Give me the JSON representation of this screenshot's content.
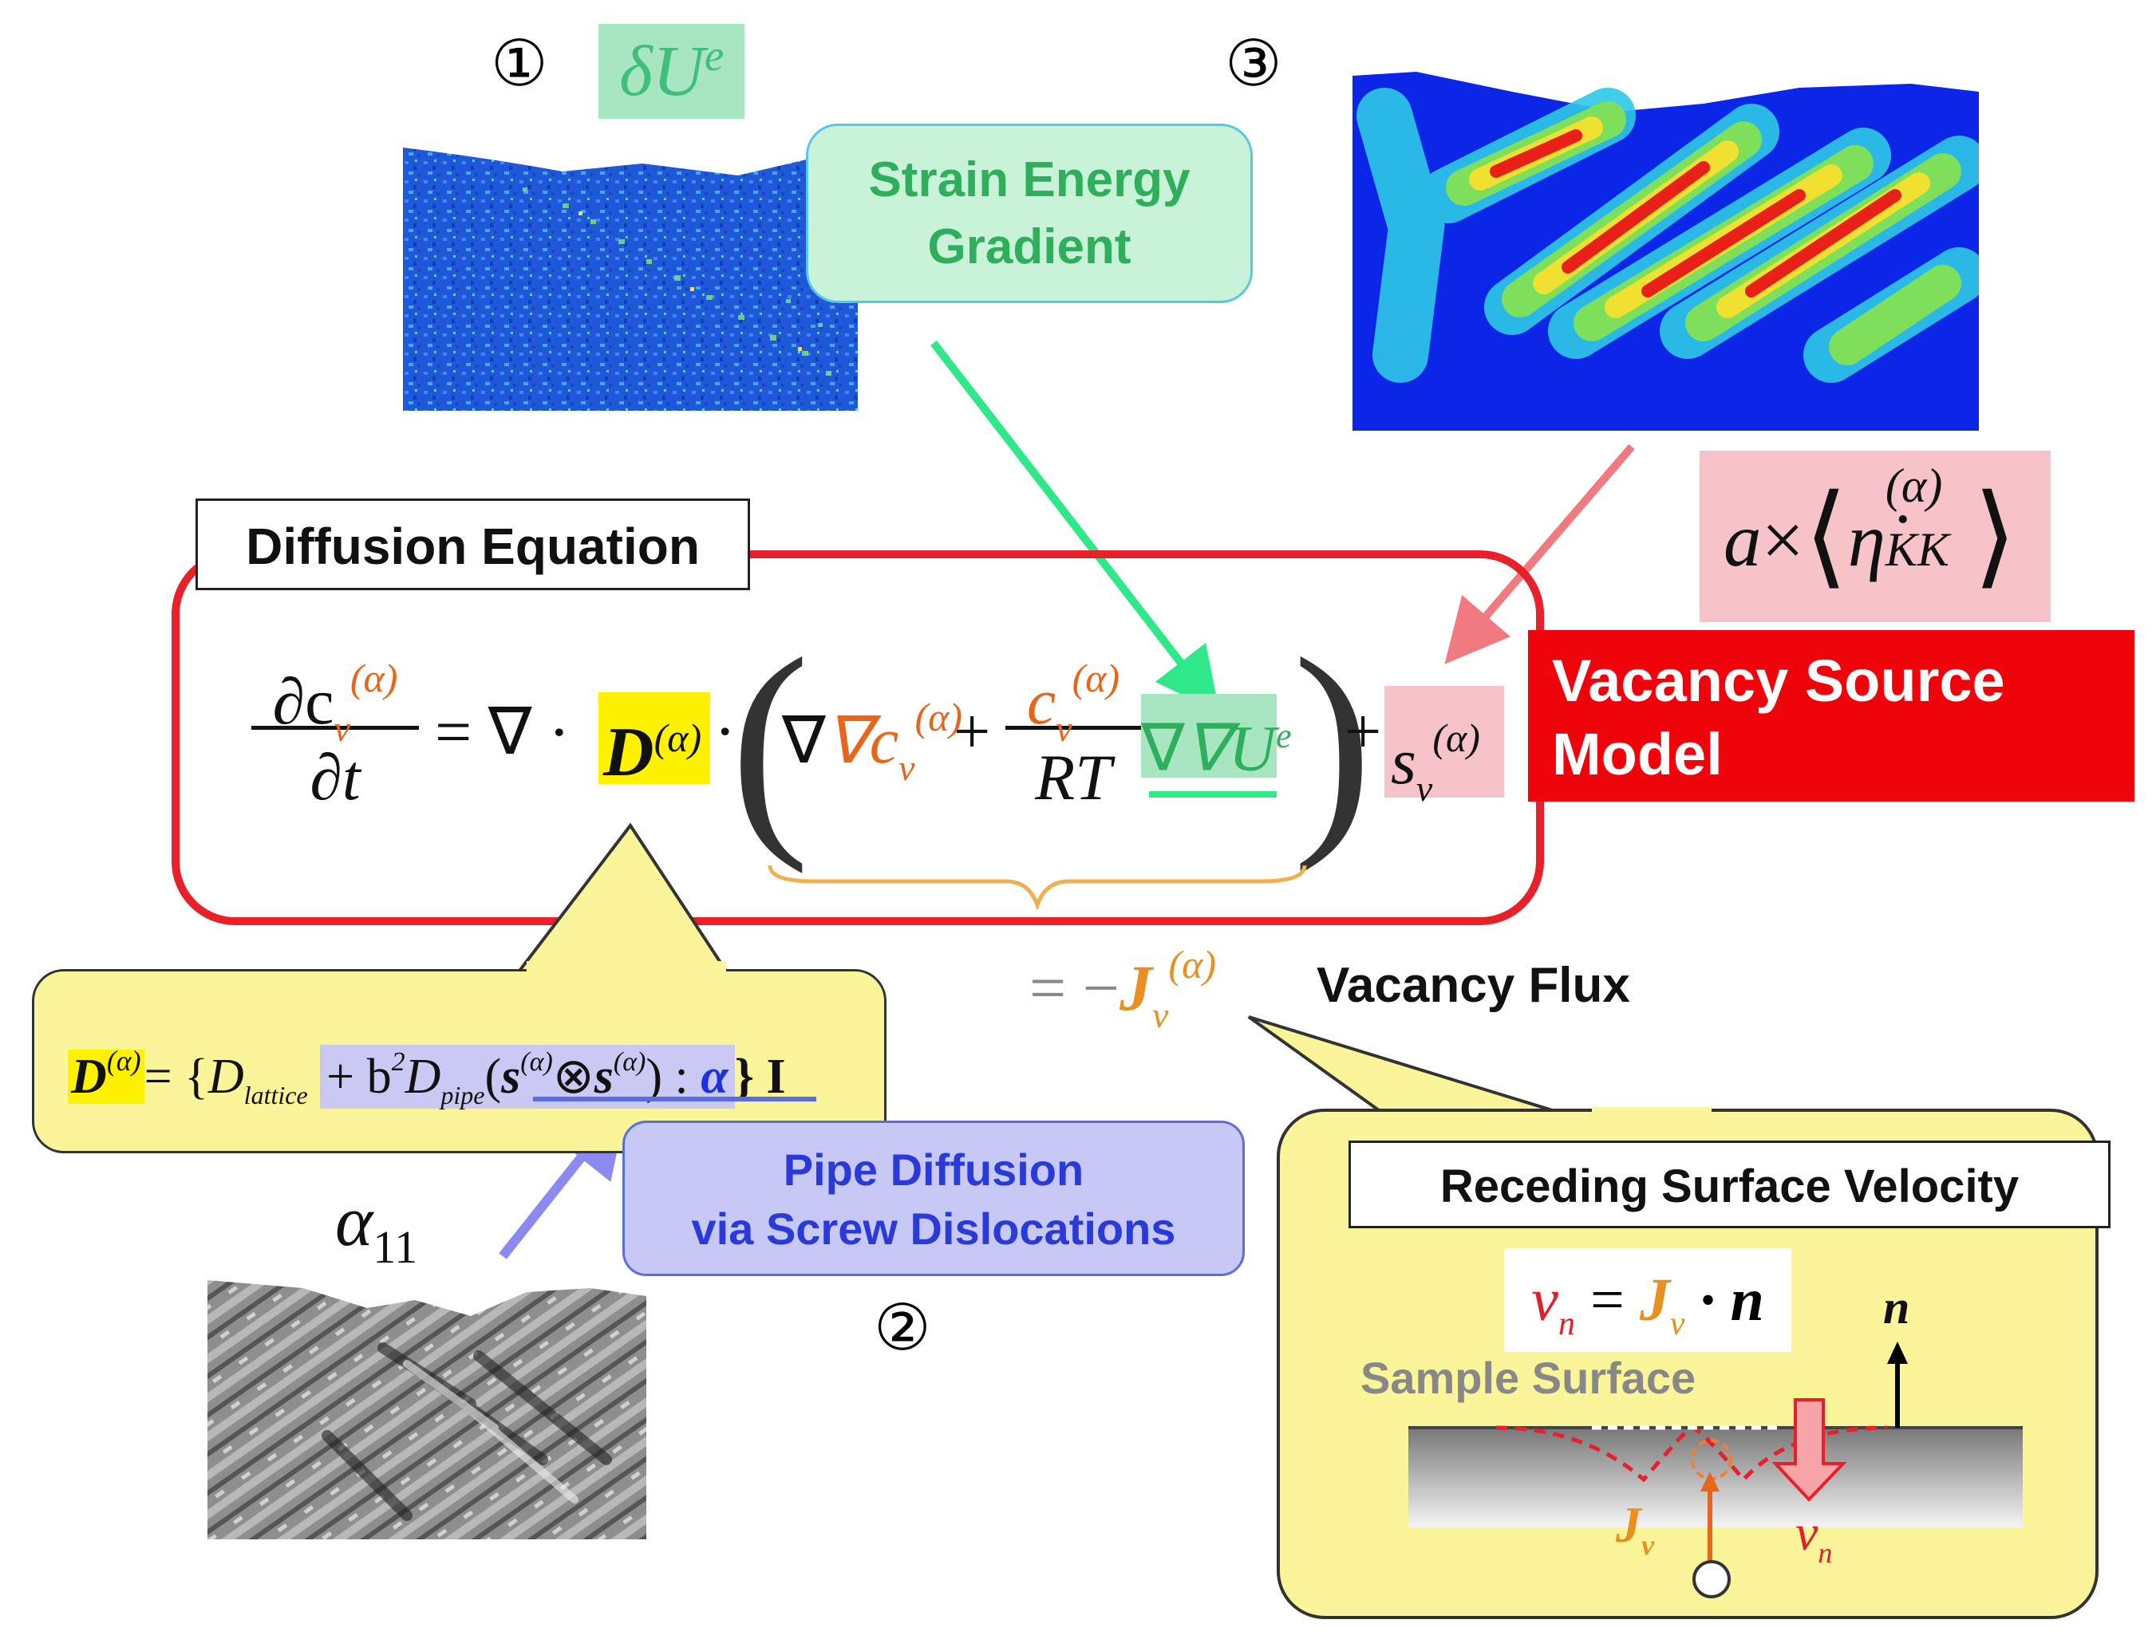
{
  "labels": {
    "step1": "①",
    "step2": "②",
    "step3": "③",
    "delta_ue": "δU",
    "delta_ue_sup": "e",
    "alpha11": "α",
    "alpha11_sub": "11"
  },
  "callouts": {
    "strain_line1": "Strain Energy",
    "strain_line2": "Gradient",
    "pipe_line1": "Pipe Diffusion",
    "pipe_line2": "via Screw Dislocations",
    "vacancy_source_line1": "Vacancy Source",
    "vacancy_source_line2": "Model",
    "vacancy_flux": "Vacancy Flux",
    "receding_title": "Receding Surface Velocity",
    "sample_surface": "Sample Surface"
  },
  "equation": {
    "box_title": "Diffusion Equation",
    "dc": "∂c",
    "dt": "∂t",
    "c_sub": "v",
    "alpha_sup": "(α)",
    "equals_grad": "= ∇ ·",
    "D": "D",
    "grad": "∇c",
    "plus": "+",
    "c_over": "c",
    "RT": "RT",
    "gradU": "∇U",
    "gradU_sup": "e",
    "s": "s",
    "flux_eq": "= −J",
    "source_expr_a": "a",
    "source_expr_times": "×",
    "source_expr_eta": "η̇",
    "source_expr_sub": "KK"
  },
  "pipe_formula": {
    "D": "D",
    "sup": "(α)",
    "eq": "= {",
    "D_lattice": "D",
    "lattice_sub": "lattice",
    "plus_b2": "+ b",
    "b_sup": "2",
    "D_pipe": "D",
    "pipe_sub": "pipe",
    "open": "(",
    "s1": "s",
    "otimes": "⊗",
    "s2": "s",
    "close": ") : ",
    "alpha": "α",
    "end": "} I"
  },
  "surface_formula": {
    "vn": "v",
    "vn_sub": "n",
    "eq": "=",
    "J": "J",
    "J_sub": "v",
    "dot_n": "· n",
    "n_label": "n",
    "J_label": "J",
    "J_label_sub": "v",
    "vn_label": "v",
    "vn_label_sub": "n"
  },
  "colors": {
    "red_box": "#e8202a",
    "green_arrow": "#2ee88a",
    "pink_arrow": "#f07a80",
    "blue_arrow": "#8a8af0"
  }
}
